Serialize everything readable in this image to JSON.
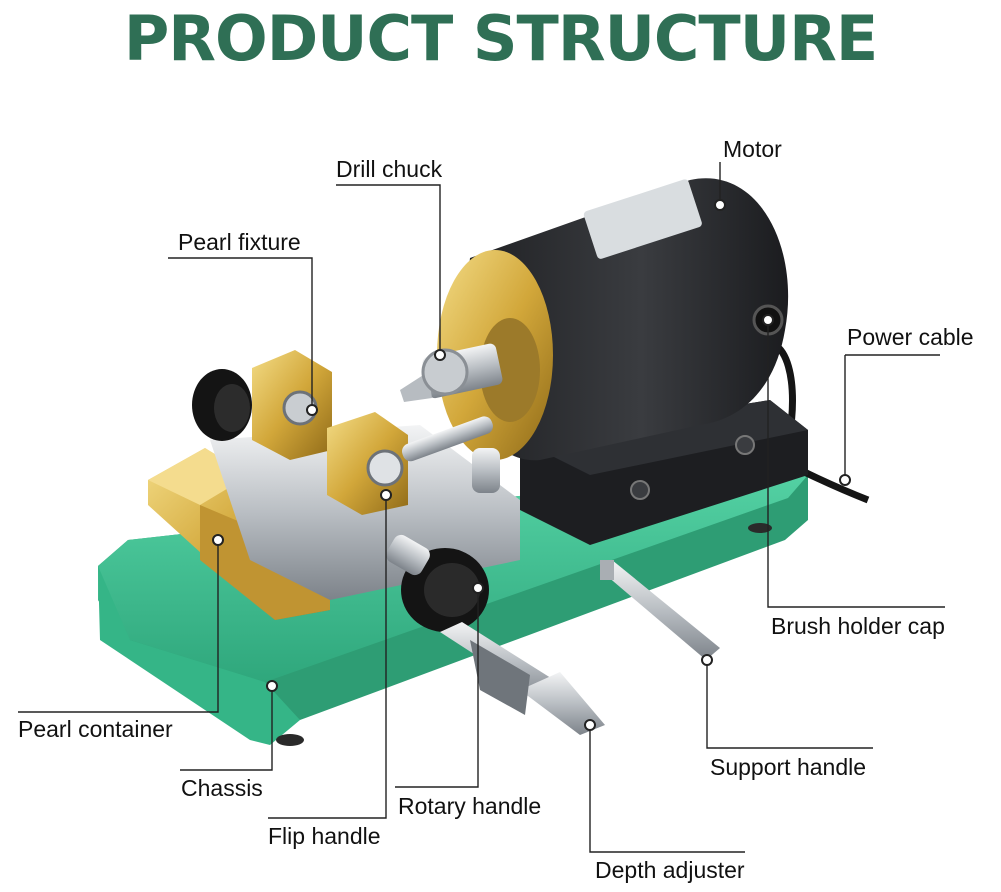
{
  "title": "PRODUCT STRUCTURE",
  "colors": {
    "title": "#2f6f55",
    "base": "#3fc294",
    "motor": "#2b2d30",
    "brass": "#d6ad3c",
    "chrome": "#c9cdd1",
    "leader": "#222222"
  },
  "labels": {
    "motor": "Motor",
    "drill_chuck": "Drill chuck",
    "pearl_fixture": "Pearl fixture",
    "power_cable": "Power cable",
    "brush_holder_cap": "Brush holder cap",
    "support_handle": "Support handle",
    "depth_adjuster": "Depth adjuster",
    "rotary_handle": "Rotary handle",
    "flip_handle": "Flip handle",
    "chassis": "Chassis",
    "pearl_container": "Pearl container"
  }
}
